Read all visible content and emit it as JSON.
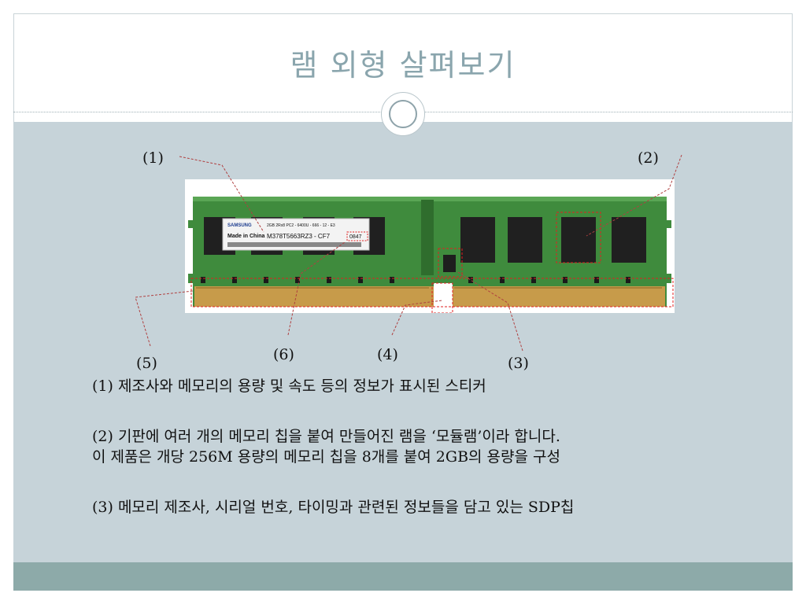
{
  "slide": {
    "title": "램 외형 살펴보기"
  },
  "callouts": {
    "c1": "(1)",
    "c2": "(2)",
    "c3": "(3)",
    "c4": "(4)",
    "c5": "(5)",
    "c6": "(6)"
  },
  "module": {
    "brand": "SAMSUNG",
    "origin": "Made in China",
    "part_line": "2GB 2Rx8 PC2 - 6400U - 666 - 12 - E3",
    "part_number": "M378T5663RZ3 - CF7",
    "date_code": "0847"
  },
  "descriptions": {
    "line1": "(1) 제조사와 메모리의 용량 및 속도 등의 정보가 표시된 스티커",
    "line2a": "(2) 기판에 여러 개의 메모리 칩을 붙여 만들어진 램을 ‘모듈램’이라 합니다.",
    "line2b": "이 제품은 개당 256M 용량의 메모리 칩을 8개를 붙여 2GB의 용량을 구성",
    "line3": "(3) 메모리 제조사, 시리얼 번호, 타이밍과 관련된 정보들을 담고 있는 SDP칩"
  },
  "colors": {
    "panel": "#c6d3d9",
    "footer": "#8daaa9",
    "title": "#8aa5ad",
    "pcb": "#3e8a3c",
    "gold": "#c69a48",
    "annotation": "#e02020"
  }
}
